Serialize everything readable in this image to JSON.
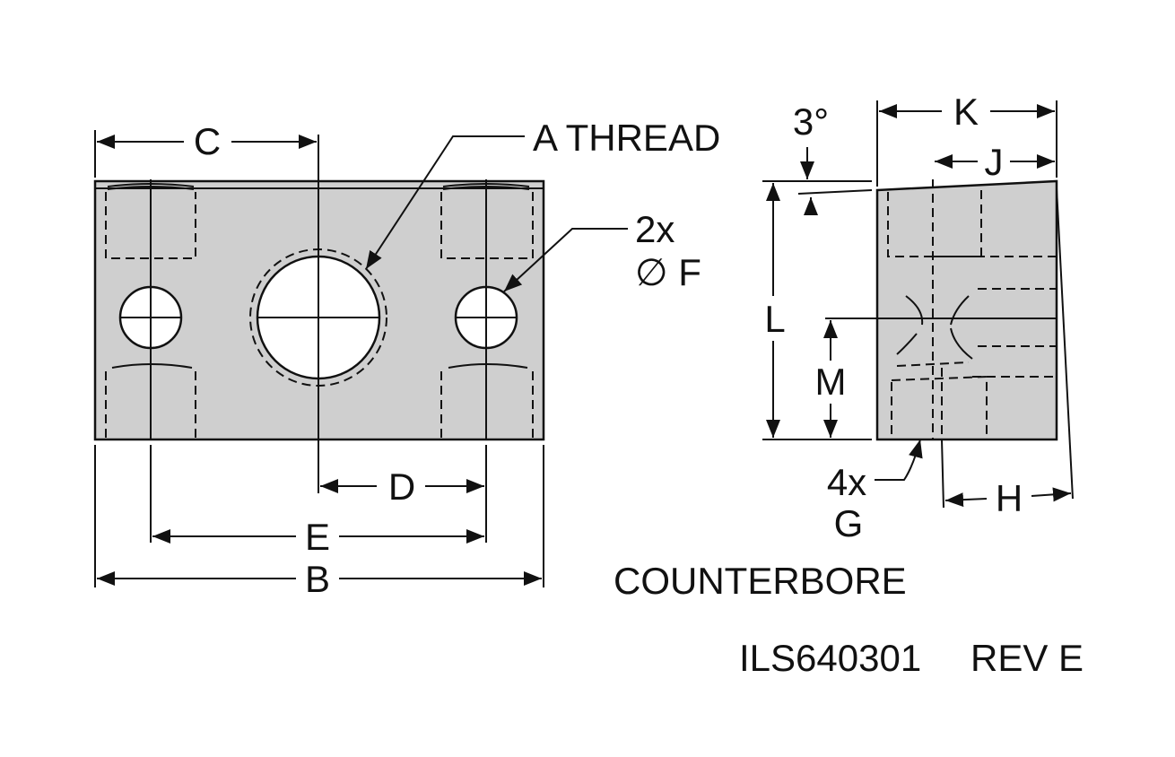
{
  "labels": {
    "a_thread": "A THREAD",
    "c": "C",
    "d": "D",
    "e": "E",
    "b": "B",
    "two_x": "2x",
    "dia_f": "∅ F",
    "three_deg": "3°",
    "k": "K",
    "j": "J",
    "l": "L",
    "m": "M",
    "four_x": "4x",
    "g": "G",
    "h": "H",
    "counterbore": "COUNTERBORE",
    "part_number": "ILS640301",
    "revision": "REV E"
  },
  "colors": {
    "part_fill": "#cfcfcf",
    "line": "#111111",
    "hole_fill": "#ffffff"
  }
}
